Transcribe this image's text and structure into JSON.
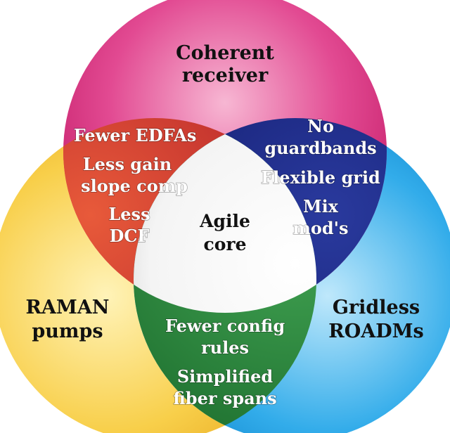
{
  "circles": {
    "top": {
      "label": [
        "Coherent",
        "receiver"
      ],
      "color": "#e0418a"
    },
    "left": {
      "label": [
        "RAMAN",
        "pumps"
      ],
      "color": "#f6c93a"
    },
    "right": {
      "label": [
        "Gridless",
        "ROADMs"
      ],
      "color": "#29a9e6"
    }
  },
  "overlaps": {
    "top_left": {
      "items": [
        "Fewer EDFAs",
        "Less gain",
        "slope comp",
        "Less",
        "DCF"
      ],
      "color": "#c52a2f"
    },
    "top_right": {
      "items": [
        "No",
        "guardbands",
        "Flexible grid",
        "Mix",
        "mod's"
      ],
      "color": "#1b2a86"
    },
    "left_right": {
      "items": [
        "Fewer config",
        "rules",
        "Simplified",
        "fiber spans"
      ],
      "color": "#2a8a3c"
    }
  },
  "center": {
    "label": [
      "Agile",
      "core"
    ],
    "color": "#ffffff"
  }
}
